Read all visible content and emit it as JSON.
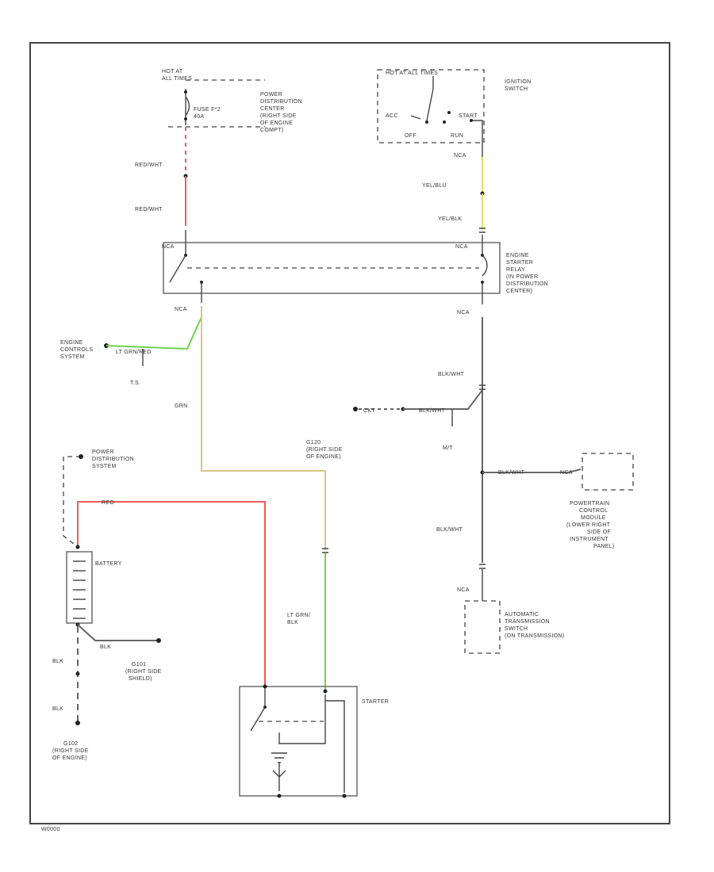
{
  "colors": {
    "red": "#f05a5a",
    "green": "#6fd24f",
    "yellow": "#e4e060",
    "tan": "#d9c48a",
    "gray": "#666666",
    "frame": "#444444"
  },
  "labels": {
    "hot_all_times_left": "HOT AT\nALL TIMES",
    "fuse": "FUSE F*2\n40A",
    "pdc_right": "POWER\nDISTRIBUTION\nCENTER\n(RIGHT SIDE\nOF ENGINE\nCOMPT)",
    "red_wht_1": "RED/WHT",
    "red_wht_2": "RED/WHT",
    "ign_hot": "HOT AT ALL TIMES",
    "ignition_switch": "IGNITION\nSWITCH",
    "acc": "ACC",
    "start": "START",
    "off": "OFF",
    "run": "RUN",
    "nca_1": "NCA",
    "yel_blu": "YEL/BLU",
    "yel_blk": "YEL/BLK",
    "nca_relay_right": "NCA",
    "nca_relay_left": "NCA",
    "relay_left_top": "NCA",
    "engine_starter_relay": "ENGINE\nSTARTER\nRELAY\n(IN POWER\nDISTRIBUTION\nCENTER)",
    "nca_below_relay": "NCA",
    "engine_controls": "ENGINE\nCONTROLS\nSYSTEM",
    "lt_grn_label": "LT GRN/RED",
    "tsl": "T.S.",
    "grn": "GRN",
    "blk_wht_1": "BLK/WHT",
    "ckt_left": "CKT",
    "blk_wht_2": "BLK/WHT",
    "mt": "M/T",
    "g120": "G120\n(RIGHT SIDE\nOF ENGINE)",
    "blk_wht_3": "BLK/WHT",
    "nca_pcm": "NCA",
    "pcm": "POWERTRAIN\nCONTROL\nMODULE\n(LOWER RIGHT\nSIDE OF\nINSTRUMENT\nPANEL)",
    "blk_wht_4": "BLK/WHT",
    "nca_trans": "NCA",
    "trans_switch": "AUTOMATIC\nTRANSMISSION\nSWITCH\n(ON TRANSMISSION)",
    "pds": "POWER\nDISTRIBUTION\nSYSTEM",
    "red": "RED",
    "battery": "BATTERY",
    "lt_grn_blk": "LT GRN/\nBLK",
    "blk_ground": "BLK",
    "g101": "G101\n(RIGHT SIDE\nSHIELD)",
    "blk_1": "BLK",
    "blk_2": "BLK",
    "g102": "G102\n(RIGHT SIDE\nOF ENGINE)",
    "starter": "STARTER",
    "footer_code": "W0000"
  }
}
